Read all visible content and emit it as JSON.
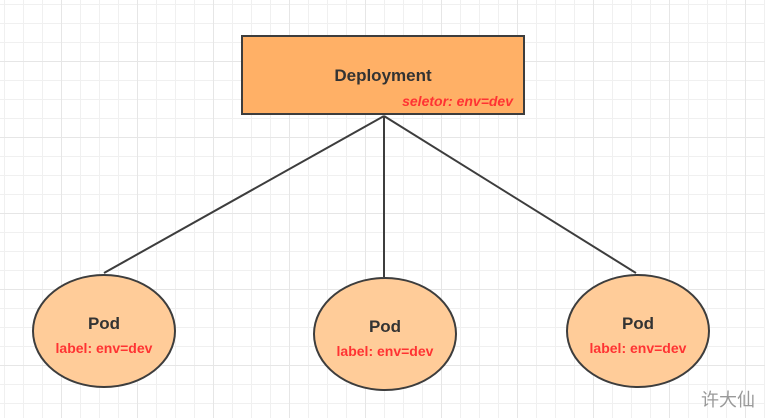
{
  "deployment": {
    "title": "Deployment",
    "selector": "seletor:  env=dev"
  },
  "pods": [
    {
      "title": "Pod",
      "label": "label: env=dev"
    },
    {
      "title": "Pod",
      "label": "label: env=dev"
    },
    {
      "title": "Pod",
      "label": "label: env=dev"
    }
  ],
  "colors": {
    "deployment_fill": "#ffb066",
    "pod_fill": "#ffcc99",
    "stroke": "#3d3d3d",
    "label_red": "#ff3333"
  },
  "watermark": "许大仙"
}
